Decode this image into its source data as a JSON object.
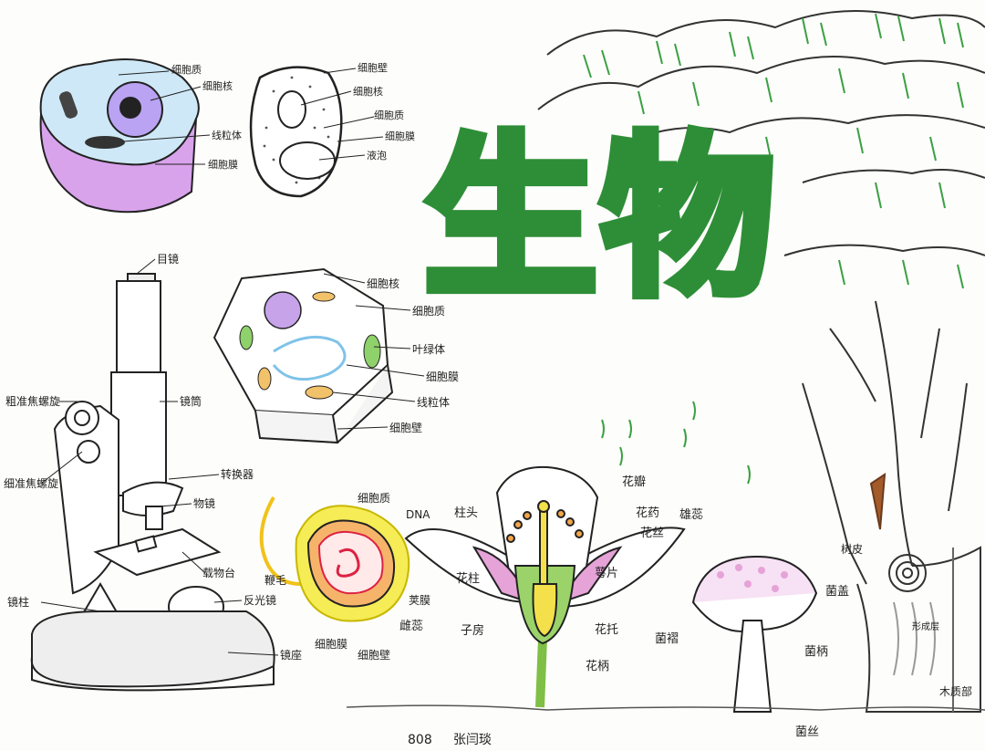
{
  "title": "生物",
  "footer": {
    "class_no": "808",
    "author": "张闫琰"
  },
  "animal_cell": {
    "labels": [
      "细胞质",
      "细胞核",
      "线粒体",
      "细胞膜"
    ]
  },
  "plant_cell_flat": {
    "labels": [
      "细胞壁",
      "细胞核",
      "细胞质",
      "细胞膜",
      "液泡"
    ]
  },
  "plant_cell_3d": {
    "labels": [
      "细胞核",
      "细胞质",
      "叶绿体",
      "细胞膜",
      "线粒体",
      "细胞壁"
    ]
  },
  "microscope": {
    "labels": [
      "目镜",
      "粗准焦螺旋",
      "镜筒",
      "转换器",
      "细准焦螺旋",
      "物镜",
      "载物台",
      "反光镜",
      "镜柱",
      "镜座"
    ]
  },
  "bacterium": {
    "labels": [
      "细胞质",
      "DNA",
      "鞭毛",
      "荚膜",
      "细胞膜",
      "细胞壁"
    ]
  },
  "flower": {
    "labels": [
      "花瓣",
      "柱头",
      "花药",
      "花丝",
      "雄蕊",
      "花柱",
      "萼片",
      "雌蕊",
      "子房",
      "花托",
      "花柄"
    ]
  },
  "mushroom": {
    "labels": [
      "菌盖",
      "菌褶",
      "菌柄",
      "菌丝"
    ]
  },
  "tree": {
    "labels": [
      "树皮",
      "形成层",
      "木质部"
    ]
  },
  "colors": {
    "green": "#2f9a3a",
    "light_green": "#9bd36a",
    "pink": "#e6a3d8",
    "purple": "#a07bd0",
    "yellow": "#f3e04a",
    "orange": "#f2a54a"
  }
}
